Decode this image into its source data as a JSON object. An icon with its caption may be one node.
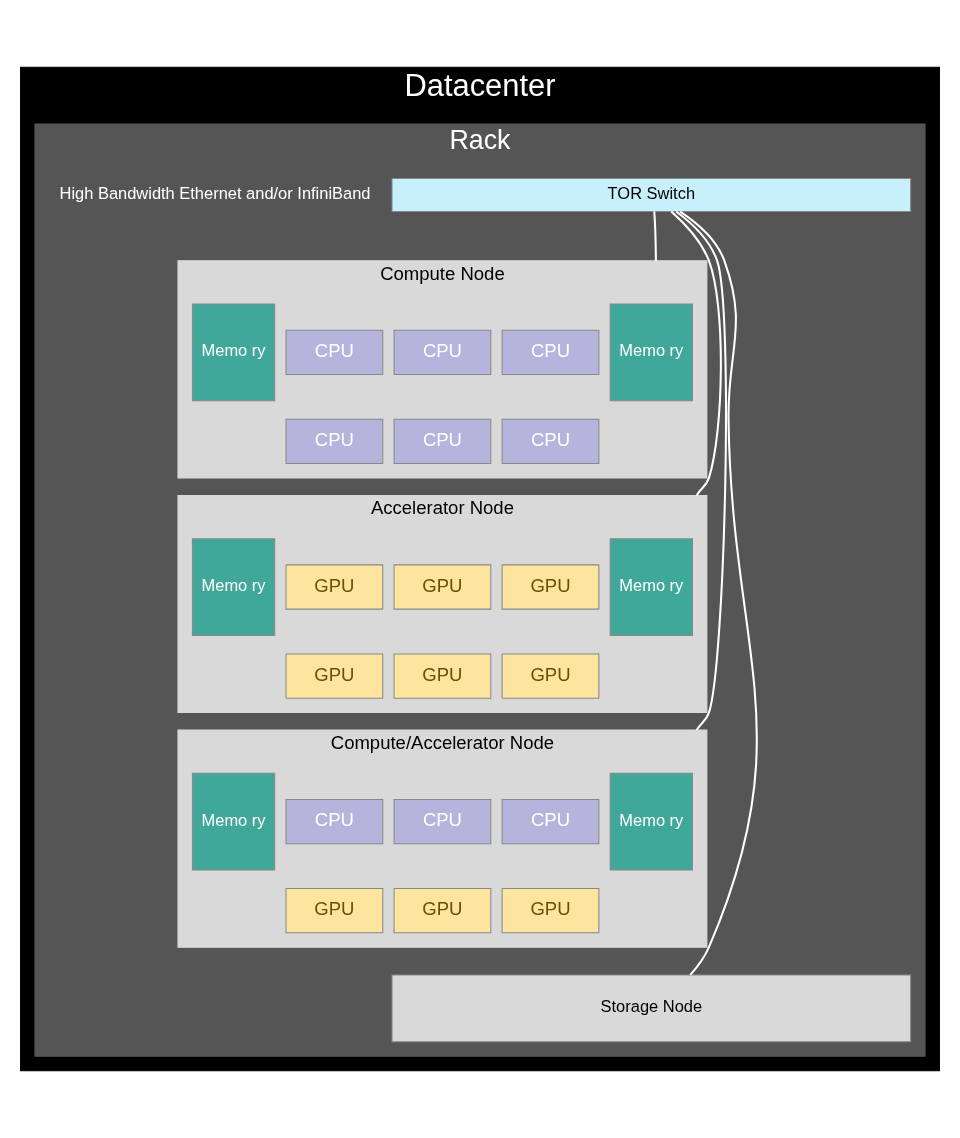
{
  "diagram": {
    "nodes": [
      {
        "text": [
          "Datacenter"
        ]
      },
      {
        "text": [
          "Rack"
        ],
        "in": 0
      },
      {
        "text": [
          "TOR Switch"
        ],
        "in": 1
      },
      {
        "text": [
          "Compute Node"
        ],
        "in": 1
      },
      {
        "text": [
          "Memo ry"
        ],
        "in": 3
      },
      {
        "text": [
          "CPU"
        ],
        "in": 3
      },
      {
        "text": [
          "CPU"
        ],
        "in": 3
      },
      {
        "text": [
          "CPU"
        ],
        "in": 3
      },
      {
        "text": [
          "CPU"
        ],
        "in": 3
      },
      {
        "text": [
          "CPU"
        ],
        "in": 3
      },
      {
        "text": [
          "CPU"
        ],
        "in": 3
      },
      {
        "text": [
          "Memo ry"
        ],
        "in": 3
      },
      {
        "text": [
          "Accelerator Node"
        ],
        "in": 1
      },
      {
        "text": [
          "Memo ry"
        ],
        "in": 12
      },
      {
        "text": [
          "GPU"
        ],
        "in": 12
      },
      {
        "text": [
          "GPU"
        ],
        "in": 12
      },
      {
        "text": [
          "GPU"
        ],
        "in": 12
      },
      {
        "text": [
          "GPU"
        ],
        "in": 12
      },
      {
        "text": [
          "GPU"
        ],
        "in": 12
      },
      {
        "text": [
          "GPU"
        ],
        "in": 12
      },
      {
        "text": [
          "Memo ry"
        ],
        "in": 12
      },
      {
        "text": [
          "Compute/Accelerator Node"
        ],
        "in": 1
      },
      {
        "text": [
          "Memo ry"
        ],
        "in": 21
      },
      {
        "text": [
          "CPU"
        ],
        "in": 21
      },
      {
        "text": [
          "CPU"
        ],
        "in": 21
      },
      {
        "text": [
          "CPU"
        ],
        "in": 21
      },
      {
        "text": [
          "GPU"
        ],
        "in": 21
      },
      {
        "text": [
          "GPU"
        ],
        "in": 21
      },
      {
        "text": [
          "GPU"
        ],
        "in": 21
      },
      {
        "text": [
          "Memo ry"
        ],
        "in": 21
      },
      {
        "text": [
          "Storage Node"
        ],
        "in": 1
      }
    ],
    "edges": [
      {
        "from": 2,
        "to": 3,
        "arrow": "none"
      },
      {
        "from": 2,
        "to": 12,
        "arrow": "none"
      },
      {
        "from": 2,
        "to": 21,
        "arrow": "none"
      },
      {
        "from": 2,
        "to": 30,
        "arrow": "none"
      }
    ],
    "labels": [
      "High Bandwidth Ethernet and/or InfiniBand"
    ]
  }
}
